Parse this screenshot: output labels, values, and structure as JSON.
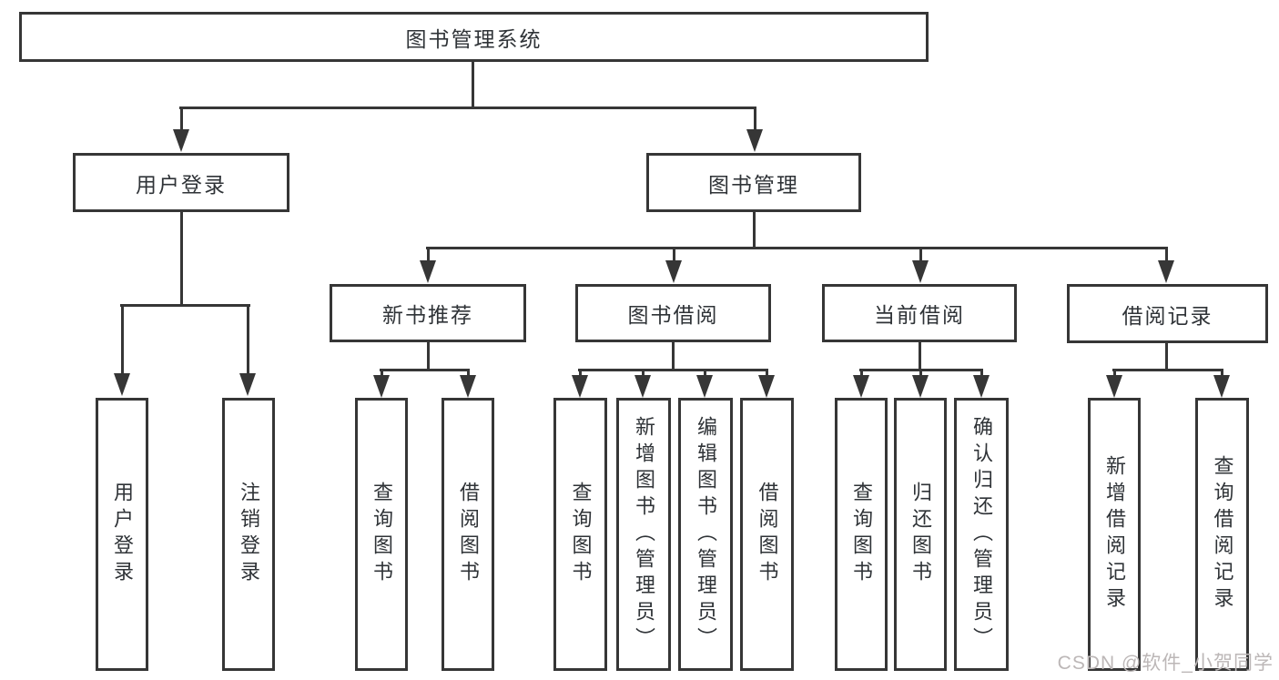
{
  "tree": {
    "root": "图书管理系统",
    "branches": [
      {
        "label": "用户登录",
        "children": [
          {
            "label": "用户登录"
          },
          {
            "label": "注销登录"
          }
        ]
      },
      {
        "label": "图书管理",
        "children": [
          {
            "label": "新书推荐",
            "children": [
              {
                "label": "查询图书"
              },
              {
                "label": "借阅图书"
              }
            ]
          },
          {
            "label": "图书借阅",
            "children": [
              {
                "label": "查询图书"
              },
              {
                "label": "新增图书（管理员）"
              },
              {
                "label": "编辑图书（管理员）"
              },
              {
                "label": "借阅图书"
              }
            ]
          },
          {
            "label": "当前借阅",
            "children": [
              {
                "label": "查询图书"
              },
              {
                "label": "归还图书"
              },
              {
                "label": "确认归还（管理员）"
              }
            ]
          },
          {
            "label": "借阅记录",
            "children": [
              {
                "label": "新增借阅记录"
              },
              {
                "label": "查询借阅记录"
              }
            ]
          }
        ]
      }
    ]
  },
  "watermark": "CSDN @软件_小贺同学",
  "colors": {
    "line": "#363636",
    "text": "#2f3337",
    "watermark": "#bcb7b7",
    "background": "#ffffff"
  }
}
